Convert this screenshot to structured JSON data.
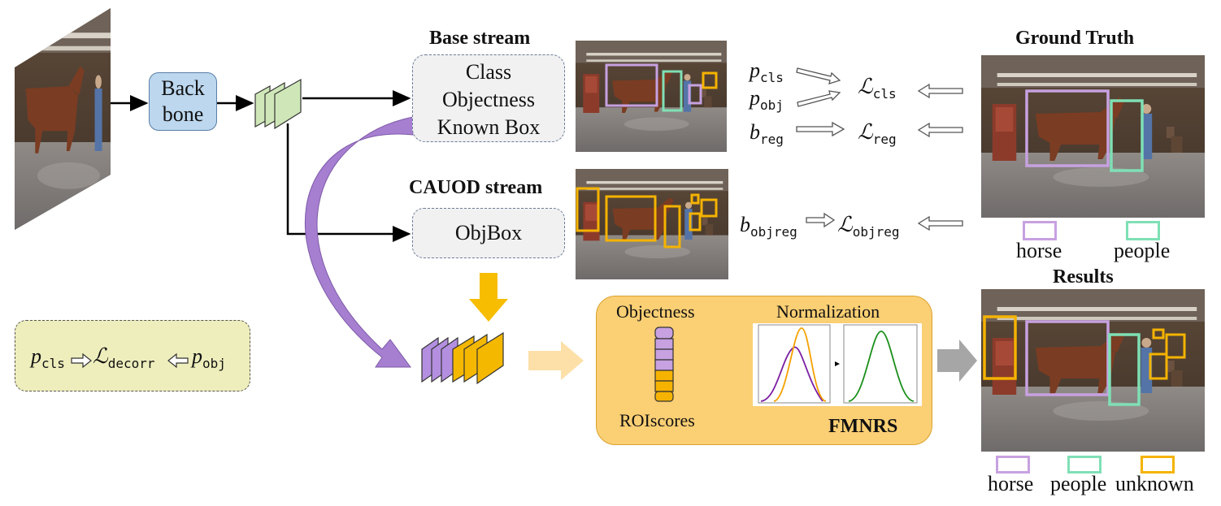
{
  "backbone": {
    "line1": "Back",
    "line2": "bone"
  },
  "base_stream": {
    "title": "Base stream",
    "items": [
      "Class",
      "Objectness",
      "Known Box"
    ]
  },
  "cauod_stream": {
    "title": "CAUOD stream",
    "item": "ObjBox"
  },
  "losses": {
    "p": "p",
    "b": "b",
    "L": "ℒ",
    "cls": "cls",
    "obj": "obj",
    "reg": "reg",
    "objreg": "objreg",
    "decorr": "decorr"
  },
  "ground_truth": {
    "title": "Ground Truth",
    "legend": [
      "horse",
      "people"
    ]
  },
  "results": {
    "title": "Results",
    "legend": [
      "horse",
      "people",
      "unknown"
    ]
  },
  "fmnrs": {
    "title": "FMNRS",
    "objectness": "Objectness",
    "normalization": "Normalization",
    "roiscores": "ROIscores"
  },
  "colors": {
    "horse": "#c7a1e0",
    "people": "#7fe0b5",
    "unknown": "#f5b300",
    "purple_arrow": "#a67fd1",
    "yellow_arrow": "#f7bd00",
    "backbone_fill": "#bcd7ee",
    "feature_green": "#cfe7b8",
    "decorr_fill": "#eeeebd",
    "fmnrs_fill": "#fbcf74"
  }
}
